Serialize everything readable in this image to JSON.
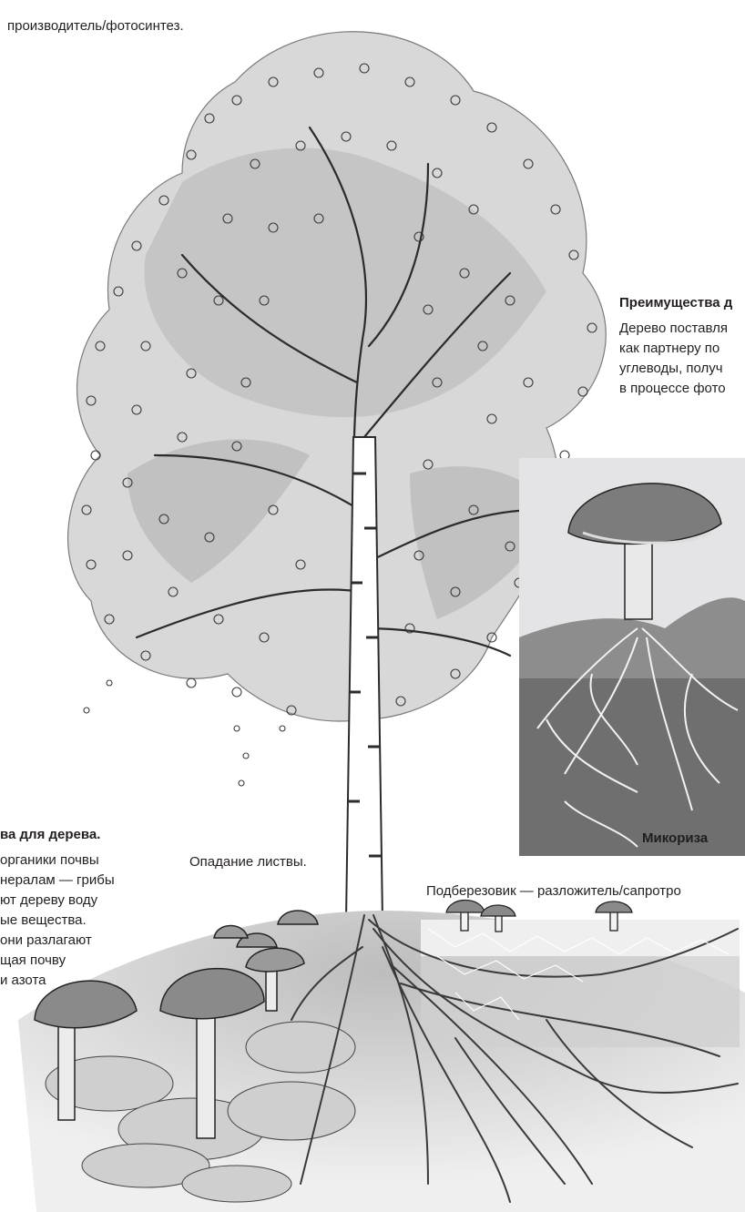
{
  "labels": {
    "top_caption": "производитель/фотосинтез.",
    "leaf_fall": "Опадание листвы.",
    "decomposer": "Подберезовик — разложитель/сапротро",
    "mycorrhiza": "Микориза"
  },
  "tree_benefit": {
    "title": "Преимущества д",
    "lines": [
      "Дерево поставля",
      "как партнеру по",
      "углеводы, получ",
      "в процессе фото"
    ]
  },
  "fungus_benefit": {
    "title": "ва для дерева.",
    "lines": [
      "органики почвы",
      "нералам — грибы",
      "ют дереву воду",
      "ые вещества.",
      "они разлагают",
      "щая почву",
      "и азота"
    ]
  }
}
